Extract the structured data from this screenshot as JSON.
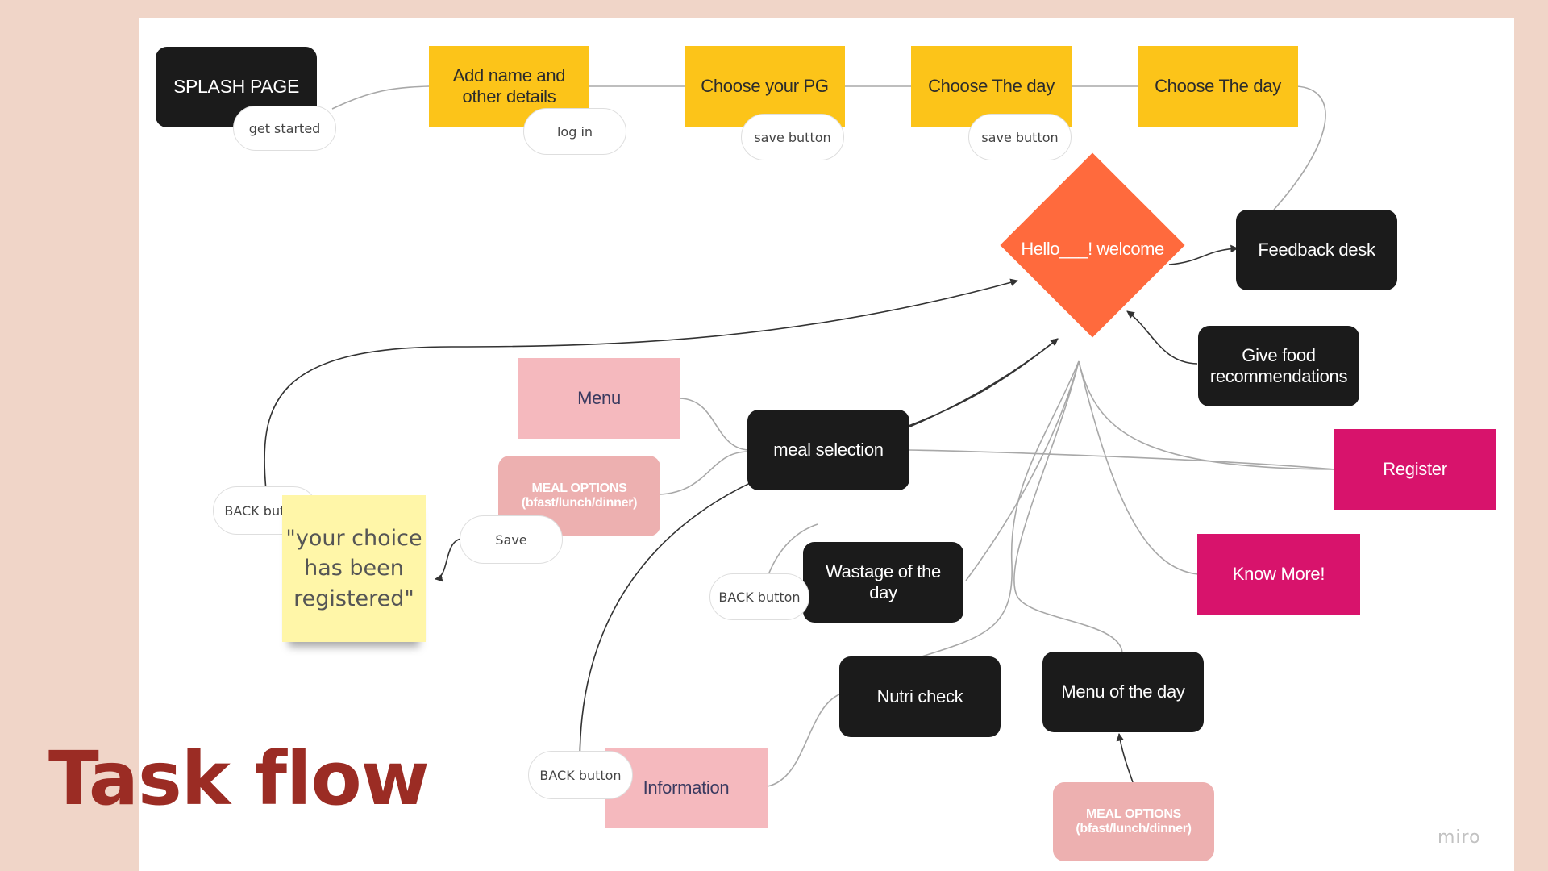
{
  "title": "Task flow",
  "watermark": "miro",
  "colors": {
    "background": "#F0D5C8",
    "board": "#FFFFFF",
    "title": "#9B2C24",
    "black_node": "#1B1B1B",
    "yellow_node": "#FCC419",
    "pink_node": "#F5B9BE",
    "magenta_node": "#D8136C",
    "diamond": "#FF6A3D",
    "sticky_note": "#FFF6A8",
    "connector": "#9A9A9A"
  },
  "nodes": {
    "splash_page": "SPLASH PAGE",
    "add_details": "Add name and other details",
    "choose_pg": "Choose your PG",
    "choose_day_1": "Choose The day",
    "choose_day_2": "Choose The day",
    "hello_welcome": "Hello___! welcome",
    "feedback_desk": "Feedback desk",
    "give_food_recommendations": "Give food recommendations",
    "menu": "Menu",
    "meal_selection": "meal selection",
    "meal_options_1": "MEAL OPTIONS (bfast/lunch/dinner)",
    "register": "Register",
    "know_more": "Know More!",
    "wastage": "Wastage  of the day",
    "nutri_check": "Nutri check",
    "menu_of_the_day": "Menu of the day",
    "information": "Information",
    "meal_options_2": "MEAL OPTIONS (bfast/lunch/dinner)"
  },
  "pills": {
    "get_started": "get started",
    "log_in": "log in",
    "save_button_1": "save button",
    "save_button_2": "save button",
    "back_button_1": "BACK button",
    "save": "Save",
    "back_button_2": "BACK button",
    "back_button_3": "BACK button"
  },
  "sticky_note": "\"your choice has been registered\""
}
